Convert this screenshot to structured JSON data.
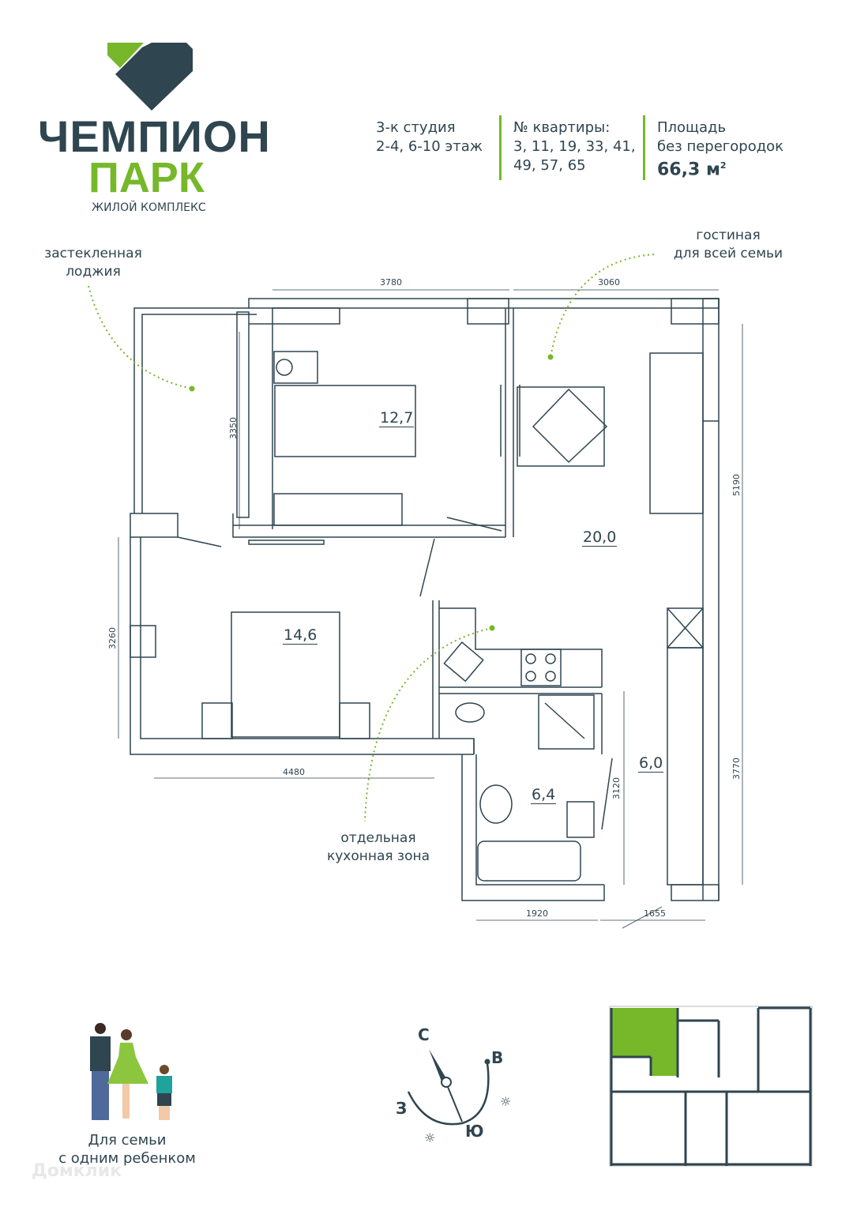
{
  "logo": {
    "line1": "ЧЕМПИОН",
    "line2": "ПАРК",
    "line3": "ЖИЛОЙ КОМПЛЕКС"
  },
  "info": {
    "type_line1": "3-к студия",
    "type_line2": "2-4, 6-10 этаж",
    "apartments_label": "№ квартиры:",
    "apartments_line1": "3, 11, 19, 33, 41,",
    "apartments_line2": "49, 57, 65",
    "area_label1": "Площадь",
    "area_label2": "без перегородок",
    "area_value": "66,3 м",
    "area_sup": "2"
  },
  "annotations": {
    "loggia_line1": "застекленная",
    "loggia_line2": "лоджия",
    "living_line1": "гостиная",
    "living_line2": "для всей семьи",
    "kitchen_line1": "отдельная",
    "kitchen_line2": "кухонная зона"
  },
  "rooms": {
    "bedroom1": "12,7",
    "bedroom2": "14,6",
    "living": "20,0",
    "bathroom": "6,4",
    "hall": "6,0"
  },
  "dimensions": {
    "top_left": "3780",
    "top_right": "3060",
    "left_upper": "3350",
    "left_lower": "3260",
    "bottom_left": "4480",
    "right_upper": "5190",
    "right_lower": "3770",
    "bath_height": "3120",
    "bottom_mid": "1920",
    "bottom_right": "1655"
  },
  "family": {
    "line1": "Для семьи",
    "line2": "с одним ребенком"
  },
  "compass": {
    "north": "С",
    "east": "В",
    "west": "З",
    "south": "Ю"
  },
  "watermark": "Домклик",
  "colors": {
    "wall": "#2f4550",
    "accent": "#76b82a"
  }
}
